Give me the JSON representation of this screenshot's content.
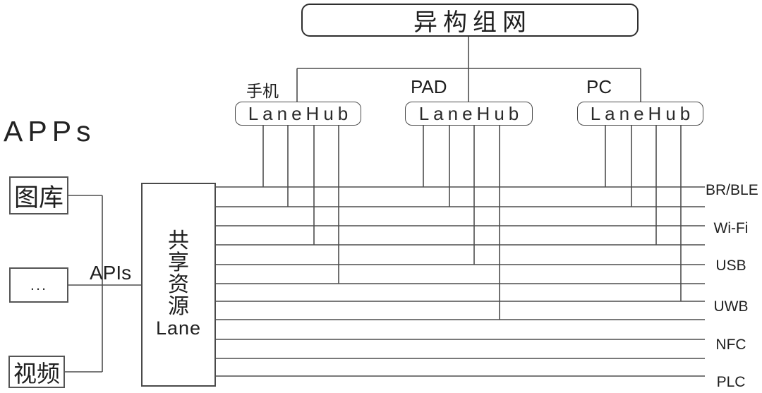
{
  "title": "异构组网",
  "apps_section": {
    "heading": "APPs",
    "apis_label": "APIs",
    "items": [
      {
        "label": "图库"
      },
      {
        "label": "..."
      },
      {
        "label": "视频"
      }
    ]
  },
  "lane_box": {
    "char_1": "共",
    "char_2": "享",
    "char_3": "资",
    "char_4": "源",
    "latin": "Lane"
  },
  "hubs": [
    {
      "device": "手机",
      "label": "LaneHub"
    },
    {
      "device": "PAD",
      "label": "LaneHub"
    },
    {
      "device": "PC",
      "label": "LaneHub"
    }
  ],
  "protocols": [
    {
      "label": "BR/BLE"
    },
    {
      "label": "Wi-Fi"
    },
    {
      "label": "USB"
    },
    {
      "label": "UWB"
    },
    {
      "label": "NFC"
    },
    {
      "label": "PLC"
    }
  ],
  "colors": {
    "line": "#4d4d4d",
    "border_dark": "#2e2e2e",
    "background": "#ffffff"
  }
}
